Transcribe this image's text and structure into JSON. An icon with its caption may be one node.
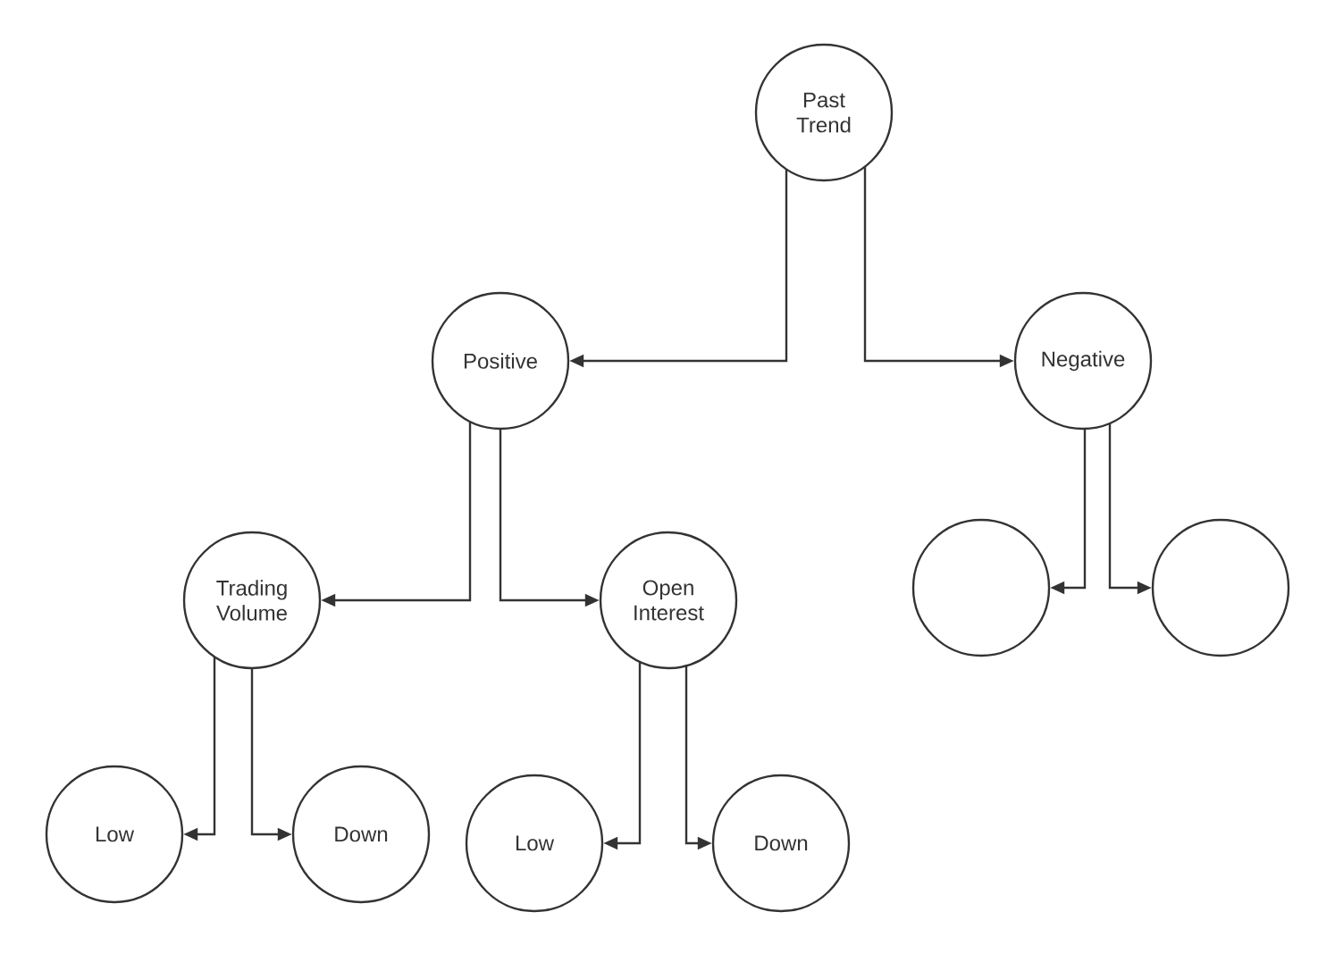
{
  "diagram": {
    "nodes": [
      {
        "text": [
          "Past Trend"
        ]
      },
      {
        "text": [
          "Positive"
        ]
      },
      {
        "text": [
          "Negative"
        ]
      },
      {
        "text": [
          "Trading Volume"
        ]
      },
      {
        "text": [
          "Open Interest"
        ]
      },
      {
        "text": [
          "Low"
        ]
      },
      {
        "text": [
          "Down"
        ]
      },
      {
        "text": [
          "Low"
        ]
      },
      {
        "text": [
          "Down"
        ]
      },
      {
        "text": [],
        "shape": "circle"
      },
      {
        "text": [],
        "shape": "circle"
      }
    ],
    "edges": [
      {
        "from": 0,
        "to": 1,
        "arrow": "to"
      },
      {
        "from": 0,
        "to": 2,
        "arrow": "to"
      },
      {
        "from": 1,
        "to": 3,
        "arrow": "to"
      },
      {
        "from": 1,
        "to": 4,
        "arrow": "to"
      },
      {
        "from": 3,
        "to": 5,
        "arrow": "to"
      },
      {
        "from": 3,
        "to": 6,
        "arrow": "to"
      },
      {
        "from": 4,
        "to": 7,
        "arrow": "to"
      },
      {
        "from": 4,
        "to": 8,
        "arrow": "to"
      },
      {
        "from": 2,
        "to": 9,
        "arrow": "to"
      },
      {
        "from": 2,
        "to": 10,
        "arrow": "to"
      }
    ]
  }
}
